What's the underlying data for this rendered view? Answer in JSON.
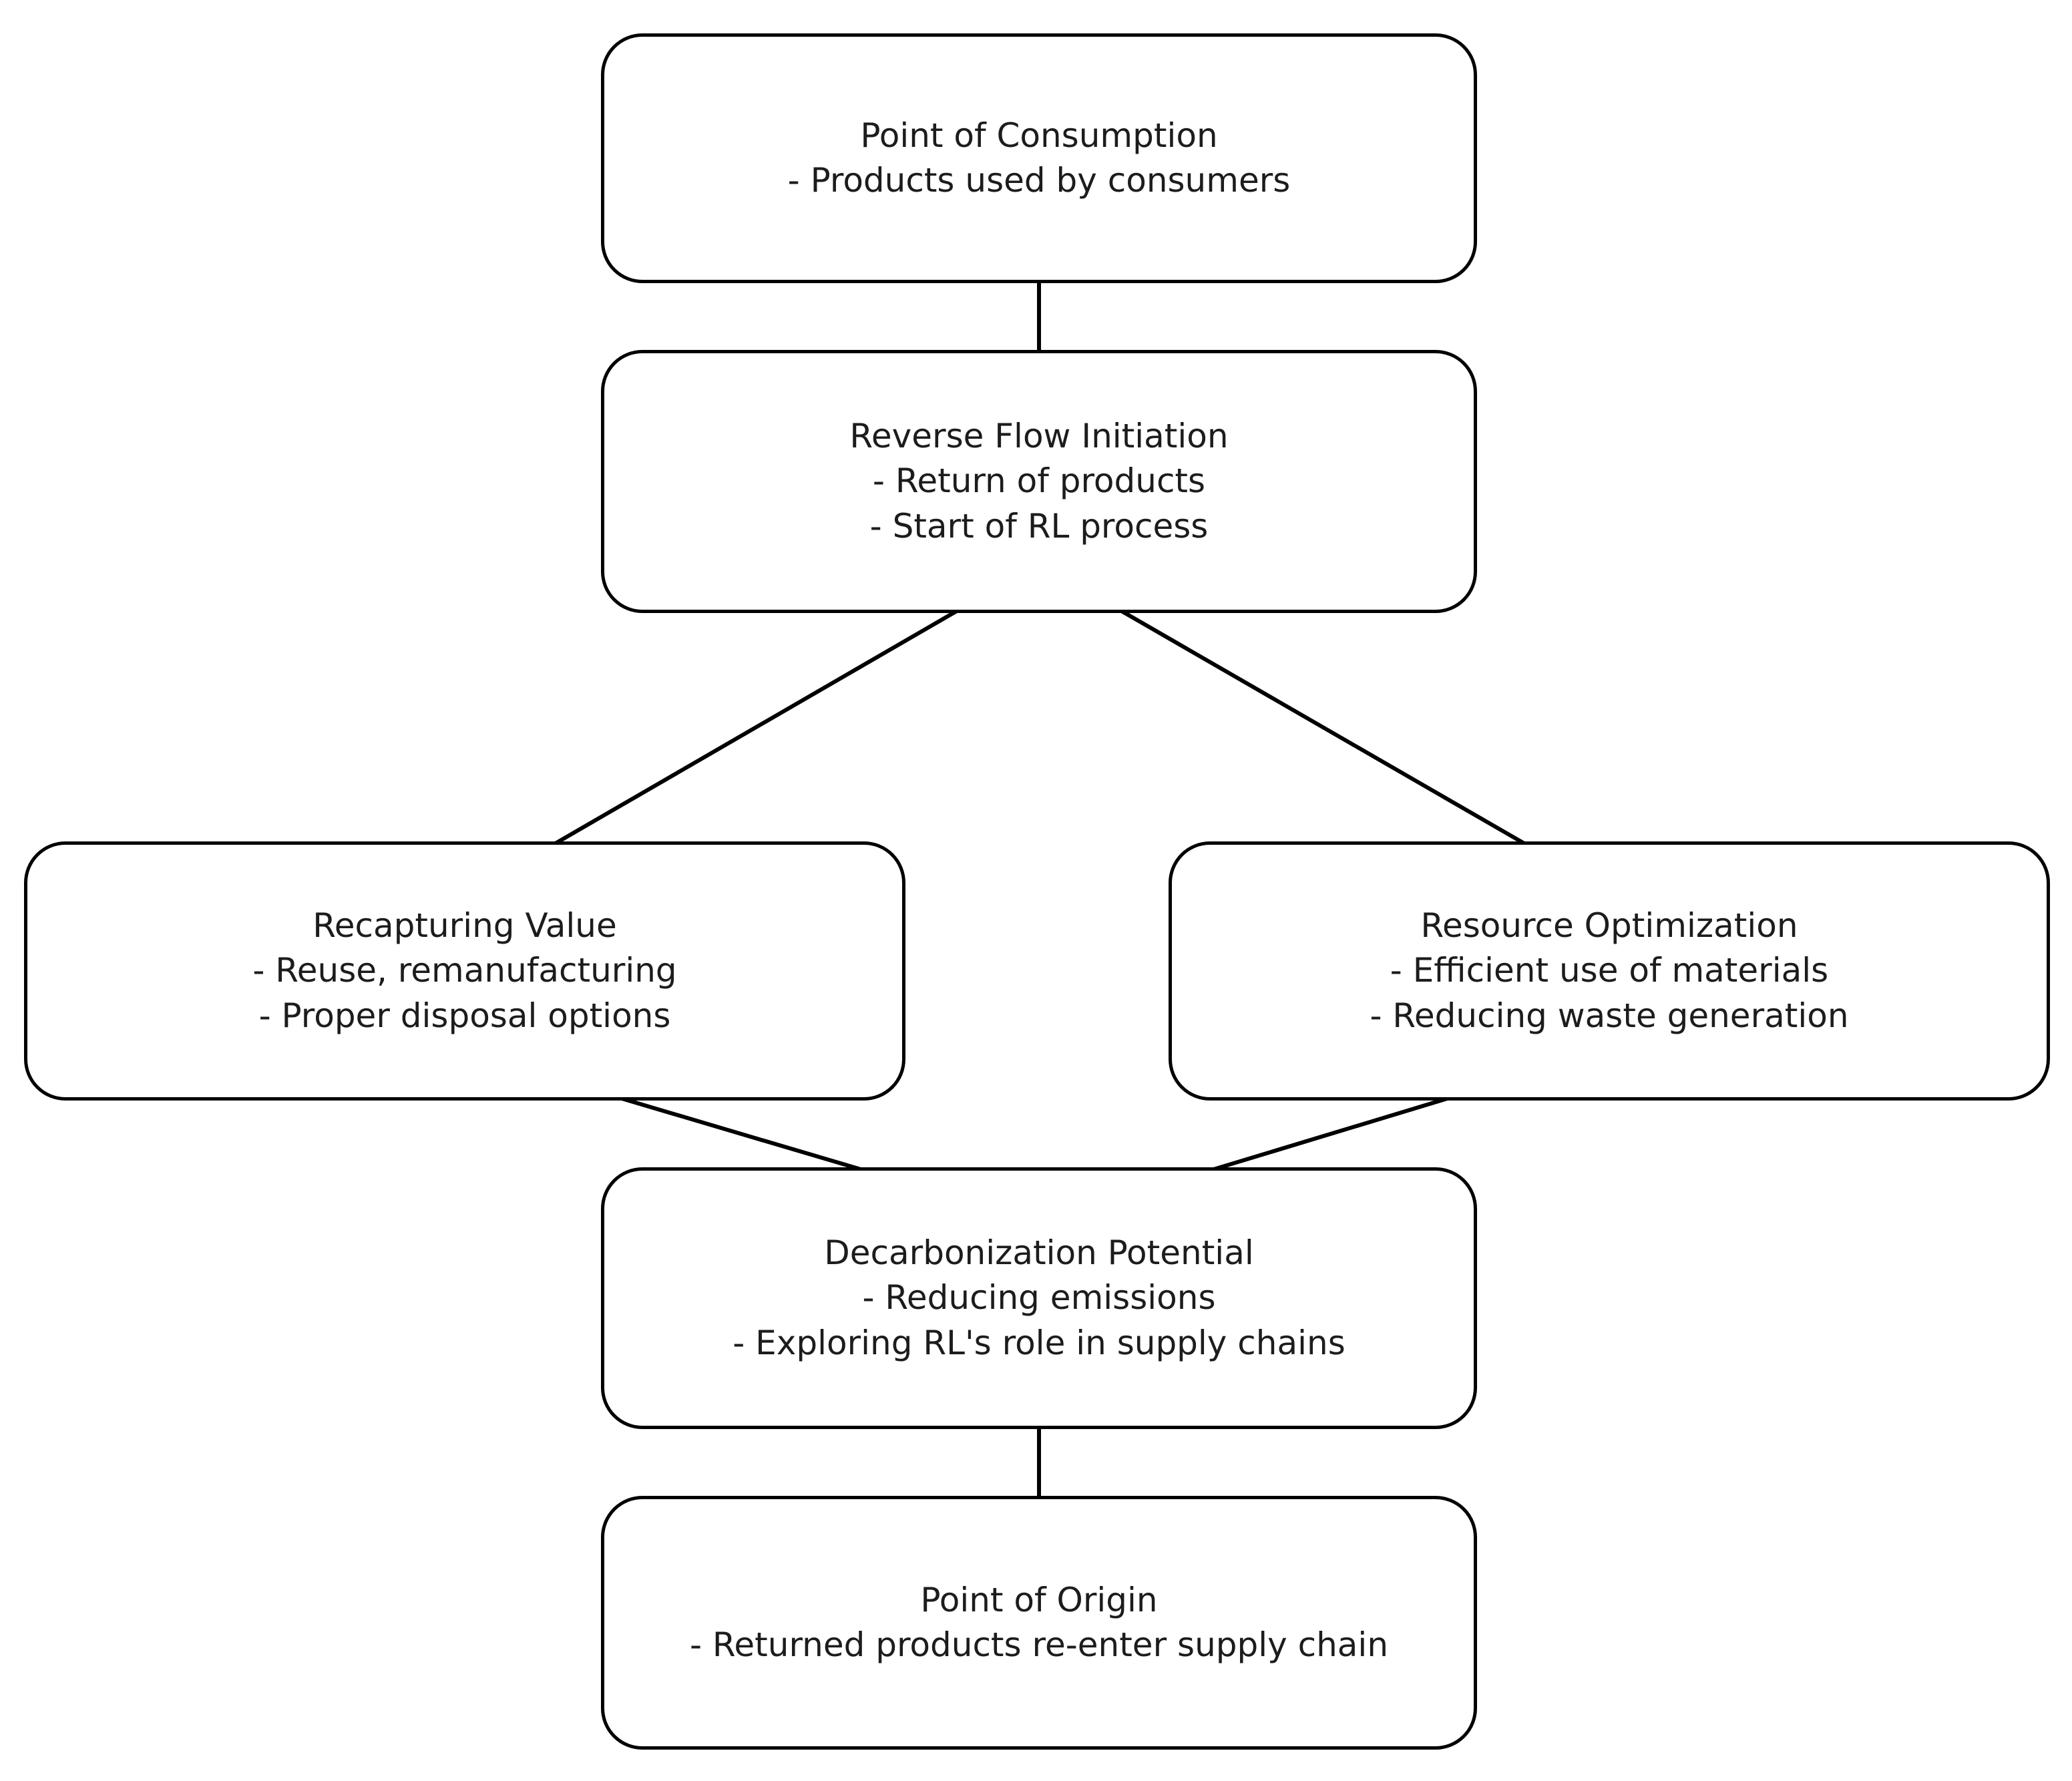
{
  "diagram": {
    "background_color": "#ffffff",
    "box_border_color": "#000000",
    "arrow_color": "#000000",
    "text_color": "#1c1c1c",
    "nodes": [
      {
        "id": "point-of-consumption",
        "title": "Point of Consumption",
        "bullets": [
          "- Products used by consumers"
        ]
      },
      {
        "id": "reverse-flow-initiation",
        "title": "Reverse Flow Initiation",
        "bullets": [
          "- Return of products",
          "- Start of RL process"
        ]
      },
      {
        "id": "recapturing-value",
        "title": "Recapturing Value",
        "bullets": [
          "- Reuse, remanufacturing",
          "- Proper disposal options"
        ]
      },
      {
        "id": "resource-optimization",
        "title": "Resource Optimization",
        "bullets": [
          "- Efficient use of materials",
          "- Reducing waste generation"
        ]
      },
      {
        "id": "decarbonization-potential",
        "title": "Decarbonization Potential",
        "bullets": [
          "- Reducing emissions",
          "- Exploring RL's role in supply chains"
        ]
      },
      {
        "id": "point-of-origin",
        "title": "Point of Origin",
        "bullets": [
          "- Returned products re-enter supply chain"
        ]
      }
    ],
    "edges": [
      {
        "from": "point-of-consumption",
        "to": "reverse-flow-initiation"
      },
      {
        "from": "reverse-flow-initiation",
        "to": "recapturing-value"
      },
      {
        "from": "reverse-flow-initiation",
        "to": "resource-optimization"
      },
      {
        "from": "recapturing-value",
        "to": "decarbonization-potential"
      },
      {
        "from": "resource-optimization",
        "to": "decarbonization-potential"
      },
      {
        "from": "decarbonization-potential",
        "to": "point-of-origin"
      }
    ]
  }
}
